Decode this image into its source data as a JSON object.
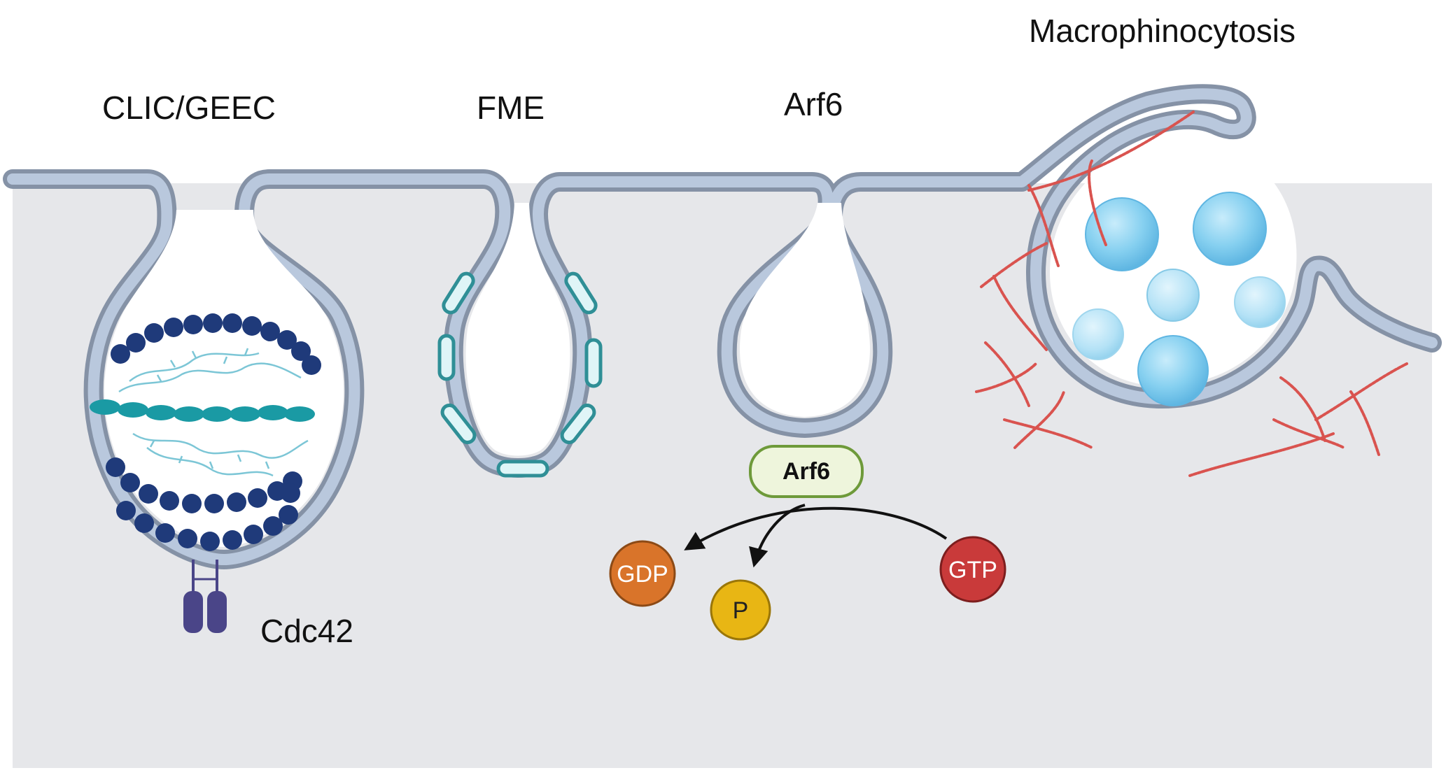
{
  "labels": {
    "clic_geec": "CLIC/GEEC",
    "fme": "FME",
    "arf6_title": "Arf6",
    "macropinocytosis": "Macrophinocytosis",
    "cdc42": "Cdc42",
    "arf6_protein": "Arf6",
    "gdp": "GDP",
    "p": "P",
    "gtp": "GTP"
  },
  "colors": {
    "cytoplasm": "#e6e7ea",
    "membrane_outer": "#8592a6",
    "membrane_inner": "#b9c8dd",
    "dark_bead": "#1f3a7a",
    "teal": "#1a9aa4",
    "actin": "#d9534f",
    "gdp": "#d9742a",
    "p": "#e8b614",
    "gtp": "#c93a3a",
    "arf6_fill": "#eef5dc",
    "arf6_border": "#6e9a3a",
    "cdc42": "#4a4588",
    "vesicle_blue": "#7cc8ec"
  },
  "icons": {
    "arrow": "arrow-icon"
  }
}
